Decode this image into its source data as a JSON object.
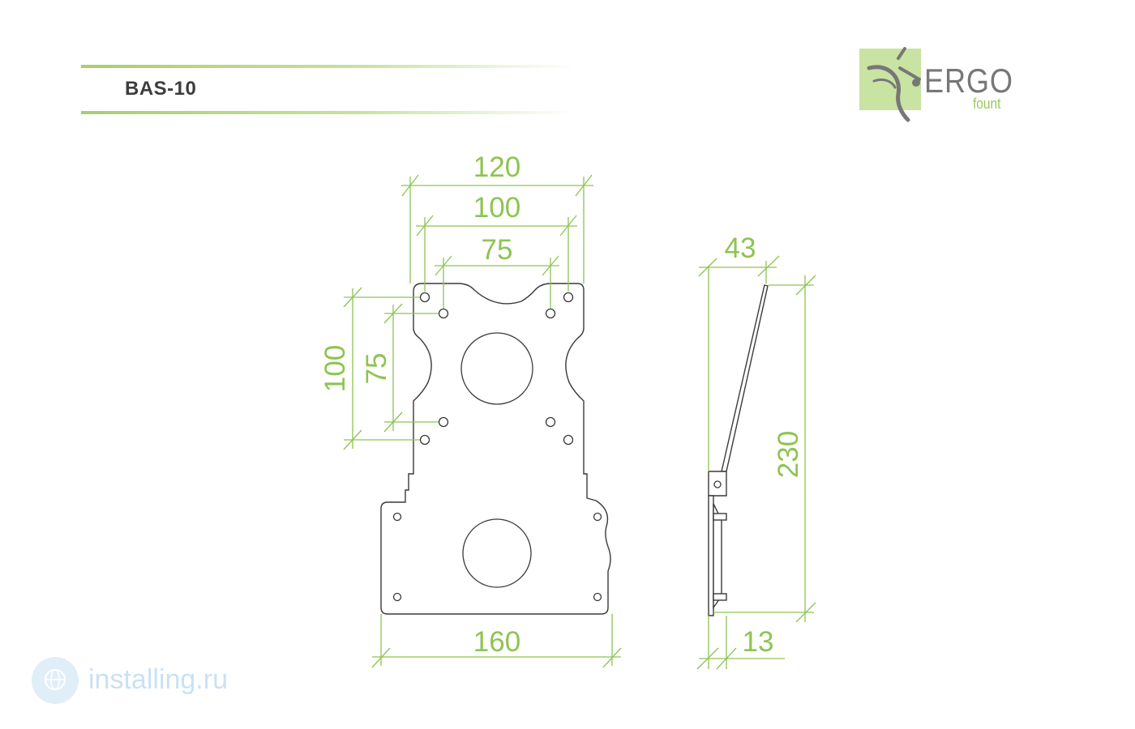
{
  "header": {
    "model": "BAS-10"
  },
  "brand": {
    "name": "ERGO",
    "subname": "fount",
    "colors": {
      "square": "#c9e3a2",
      "name": "#777777",
      "sub": "#9bc65c"
    }
  },
  "dimensions": {
    "front_width_top": "120",
    "front_hole_spacing_outer": "100",
    "front_hole_spacing_inner": "75",
    "front_vertical_outer": "100",
    "front_vertical_inner": "75",
    "front_width_bottom": "160",
    "side_depth_top": "43",
    "side_height": "230",
    "side_thickness": "13"
  },
  "colors": {
    "dimension": "#8dc452",
    "outline": "#3a3a3a"
  },
  "watermark": {
    "text": "installing.ru",
    "icon": "globe-icon"
  }
}
